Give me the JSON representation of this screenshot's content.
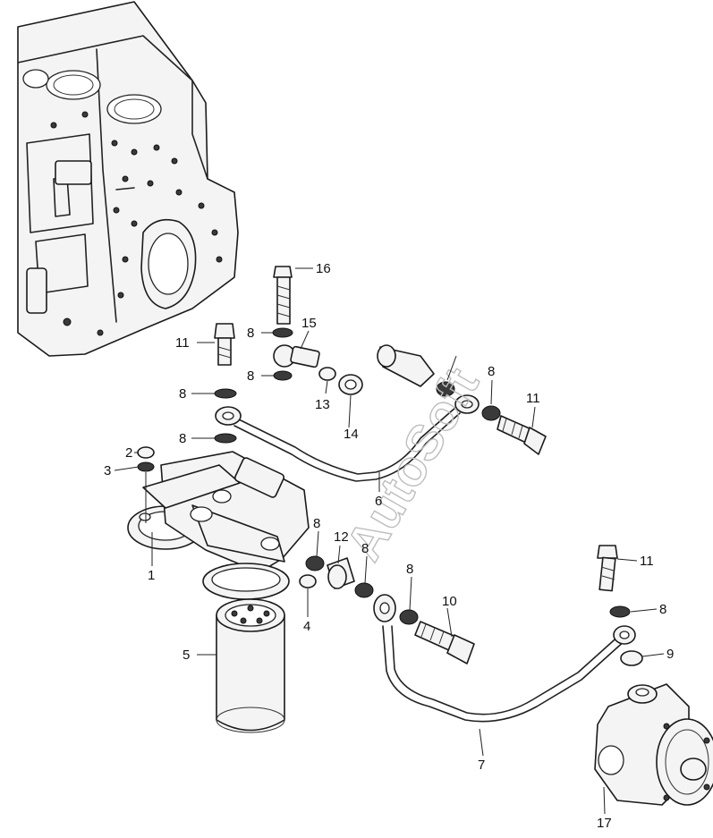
{
  "watermark": "AutoSoft",
  "callouts": {
    "c1": "1",
    "c2": "2",
    "c3": "3",
    "c4": "4",
    "c5": "5",
    "c6": "6",
    "c7": "7",
    "c8a": "8",
    "c8b": "8",
    "c8c": "8",
    "c8d": "8",
    "c8e": "8",
    "c8f": "8",
    "c8g": "8",
    "c8h": "8",
    "c8i": "8",
    "c9": "9",
    "c10": "10",
    "c11a": "11",
    "c11b": "11",
    "c11c": "11",
    "c12": "12",
    "c13": "13",
    "c14": "14",
    "c15": "15",
    "c16": "16",
    "c17": "17"
  }
}
